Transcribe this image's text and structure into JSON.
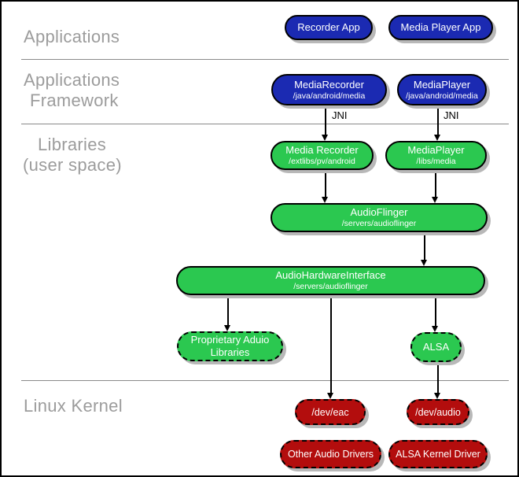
{
  "sections": {
    "applications": {
      "label": "Applications"
    },
    "framework": {
      "line1": "Applications",
      "line2": "Framework"
    },
    "libraries": {
      "line1": "Libraries",
      "line2": "(user space)"
    },
    "kernel": {
      "label": "Linux Kernel"
    }
  },
  "edge_labels": {
    "jni_left": "JNI",
    "jni_right": "JNI"
  },
  "nodes": {
    "recorder_app": {
      "title": "Recorder App"
    },
    "media_player_app": {
      "title": "Media Player App"
    },
    "media_recorder_fw": {
      "title": "MediaRecorder",
      "subtitle": "/java/android/media"
    },
    "media_player_fw": {
      "title": "MediaPlayer",
      "subtitle": "/java/android/media"
    },
    "media_recorder_lib": {
      "title": "Media Recorder",
      "subtitle": "/extlibs/pv/android"
    },
    "media_player_lib": {
      "title": "MediaPlayer",
      "subtitle": "/libs/media"
    },
    "audioflinger": {
      "title": "AudioFlinger",
      "subtitle": "/servers/audioflinger"
    },
    "audio_hw_interface": {
      "title": "AudioHardwareInterface",
      "subtitle": "/servers/audioflinger"
    },
    "proprietary_audio": {
      "title": "Proprietary Aduio",
      "title2": "Libraries"
    },
    "alsa": {
      "title": "ALSA"
    },
    "dev_eac": {
      "title": "/dev/eac"
    },
    "dev_audio": {
      "title": "/dev/audio"
    },
    "other_audio_drivers": {
      "title": "Other Audio Drivers"
    },
    "alsa_kernel_driver": {
      "title": "ALSA Kernel Driver"
    }
  },
  "colors": {
    "app_blue": "#1b2ab2",
    "lib_green": "#2bc850",
    "kernel_red": "#b30d0d",
    "shadow_gray": "#b8b8b8",
    "section_label_gray": "#9c9c9c",
    "divider_gray": "#8a8a8a",
    "node_border": "#000000",
    "node_text": "#ffffff"
  }
}
